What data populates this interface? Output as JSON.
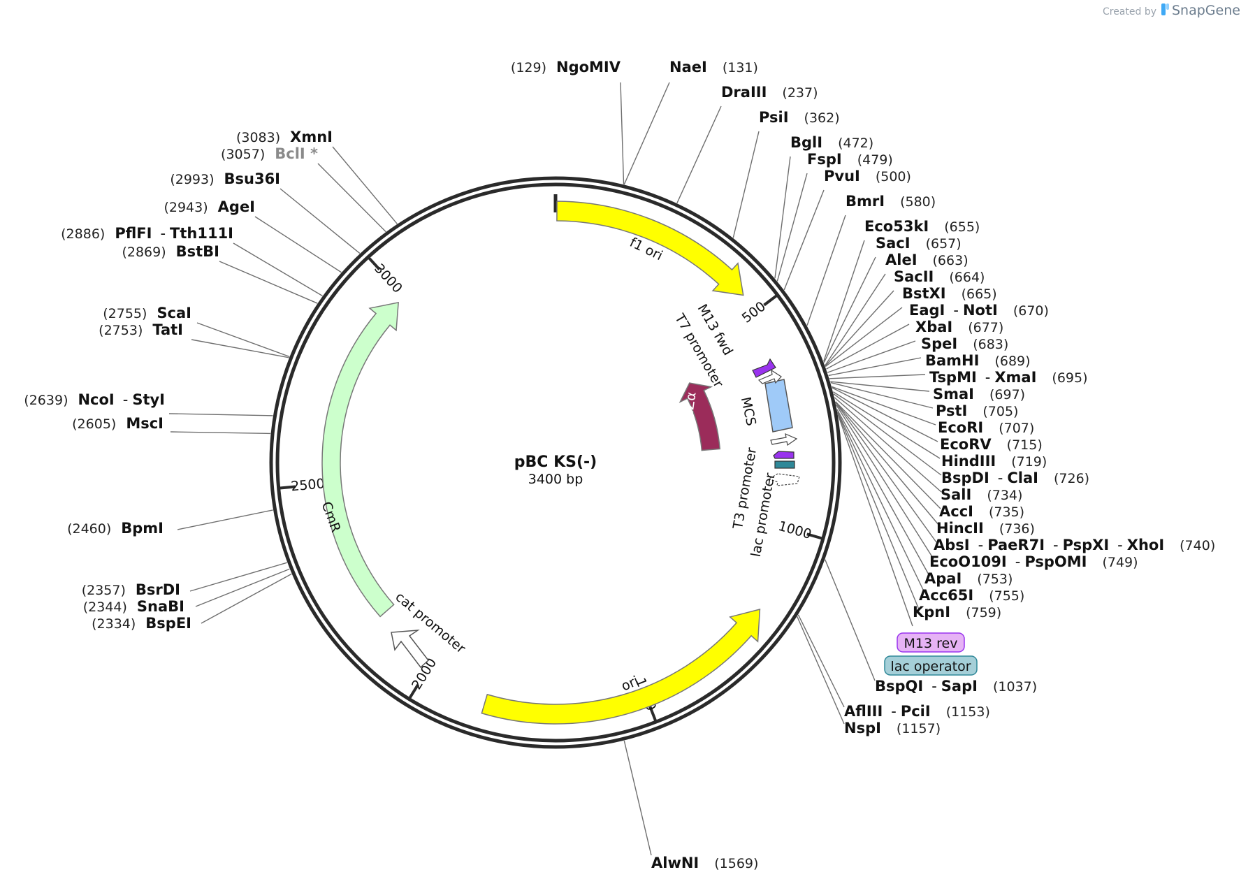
{
  "credit": {
    "prefix": "Created by",
    "brand": "SnapGene"
  },
  "plasmid": {
    "name": "pBC KS(-)",
    "length_label": "3400 bp"
  },
  "ticks": [
    "500",
    "1000",
    "1500",
    "2000",
    "2500",
    "3000"
  ],
  "features": {
    "f1_ori": "f1 ori",
    "lacZa": "lacZα",
    "mcs": "MCS",
    "m13_fwd": "M13 fwd",
    "t7_promoter": "T7 promoter",
    "t3_promoter": "T3 promoter",
    "lac_promoter": "lac promoter",
    "ori": "ori",
    "cmr": "CmR",
    "cat_promoter": "cat promoter",
    "m13_rev": "M13 rev",
    "lac_operator": "lac operator"
  },
  "feature_colors": {
    "f1_ori": "#ffff00",
    "ori": "#ffff00",
    "lacZa": "#9b2c5a",
    "mcs": "#9fcaf8",
    "cmr": "#ccffcc",
    "m13": "#9933ee",
    "lac_operator": "#2f8898",
    "m13_rev_box": "#e6b3f5",
    "lac_operator_box": "#a5cfd8"
  },
  "sites": [
    {
      "pos": "(129)",
      "names": [
        "NgoMIV"
      ]
    },
    {
      "pos": "(131)",
      "names": [
        "NaeI"
      ]
    },
    {
      "pos": "(237)",
      "names": [
        "DraIII"
      ]
    },
    {
      "pos": "(362)",
      "names": [
        "PsiI"
      ]
    },
    {
      "pos": "(472)",
      "names": [
        "BglI"
      ]
    },
    {
      "pos": "(479)",
      "names": [
        "FspI"
      ]
    },
    {
      "pos": "(500)",
      "names": [
        "PvuI"
      ]
    },
    {
      "pos": "(580)",
      "names": [
        "BmrI"
      ]
    },
    {
      "pos": "(655)",
      "names": [
        "Eco53kI"
      ]
    },
    {
      "pos": "(657)",
      "names": [
        "SacI"
      ]
    },
    {
      "pos": "(663)",
      "names": [
        "AleI"
      ]
    },
    {
      "pos": "(664)",
      "names": [
        "SacII"
      ]
    },
    {
      "pos": "(665)",
      "names": [
        "BstXI"
      ]
    },
    {
      "pos": "(670)",
      "names": [
        "EagI",
        "NotI"
      ]
    },
    {
      "pos": "(677)",
      "names": [
        "XbaI"
      ]
    },
    {
      "pos": "(683)",
      "names": [
        "SpeI"
      ]
    },
    {
      "pos": "(689)",
      "names": [
        "BamHI"
      ]
    },
    {
      "pos": "(695)",
      "names": [
        "TspMI",
        "XmaI"
      ]
    },
    {
      "pos": "(697)",
      "names": [
        "SmaI"
      ]
    },
    {
      "pos": "(705)",
      "names": [
        "PstI"
      ]
    },
    {
      "pos": "(707)",
      "names": [
        "EcoRI"
      ]
    },
    {
      "pos": "(715)",
      "names": [
        "EcoRV"
      ]
    },
    {
      "pos": "(719)",
      "names": [
        "HindIII"
      ]
    },
    {
      "pos": "(726)",
      "names": [
        "BspDI",
        "ClaI"
      ]
    },
    {
      "pos": "(734)",
      "names": [
        "SalI"
      ]
    },
    {
      "pos": "(735)",
      "names": [
        "AccI"
      ]
    },
    {
      "pos": "(736)",
      "names": [
        "HincII"
      ]
    },
    {
      "pos": "(740)",
      "names": [
        "AbsI",
        "PaeR7I",
        "PspXI",
        "XhoI"
      ]
    },
    {
      "pos": "(749)",
      "names": [
        "EcoO109I",
        "PspOMI"
      ]
    },
    {
      "pos": "(753)",
      "names": [
        "ApaI"
      ]
    },
    {
      "pos": "(755)",
      "names": [
        "Acc65I"
      ]
    },
    {
      "pos": "(759)",
      "names": [
        "KpnI"
      ]
    },
    {
      "pos": "(1037)",
      "names": [
        "BspQI",
        "SapI"
      ]
    },
    {
      "pos": "(1153)",
      "names": [
        "AflIII",
        "PciI"
      ]
    },
    {
      "pos": "(1157)",
      "names": [
        "NspI"
      ]
    },
    {
      "pos": "(1569)",
      "names": [
        "AlwNI"
      ]
    },
    {
      "pos": "(3083)",
      "names": [
        "XmnI"
      ]
    },
    {
      "pos": "(3057)",
      "names": [
        "BclI *"
      ]
    },
    {
      "pos": "(2993)",
      "names": [
        "Bsu36I"
      ]
    },
    {
      "pos": "(2943)",
      "names": [
        "AgeI"
      ]
    },
    {
      "pos": "(2886)",
      "names": [
        "PflFI",
        "Tth111I"
      ]
    },
    {
      "pos": "(2869)",
      "names": [
        "BstBI"
      ]
    },
    {
      "pos": "(2755)",
      "names": [
        "ScaI"
      ]
    },
    {
      "pos": "(2753)",
      "names": [
        "TatI"
      ]
    },
    {
      "pos": "(2639)",
      "names": [
        "NcoI",
        "StyI"
      ]
    },
    {
      "pos": "(2605)",
      "names": [
        "MscI"
      ]
    },
    {
      "pos": "(2460)",
      "names": [
        "BpmI"
      ]
    },
    {
      "pos": "(2357)",
      "names": [
        "BsrDI"
      ]
    },
    {
      "pos": "(2344)",
      "names": [
        "SnaBI"
      ]
    },
    {
      "pos": "(2334)",
      "names": [
        "BspEI"
      ]
    }
  ]
}
